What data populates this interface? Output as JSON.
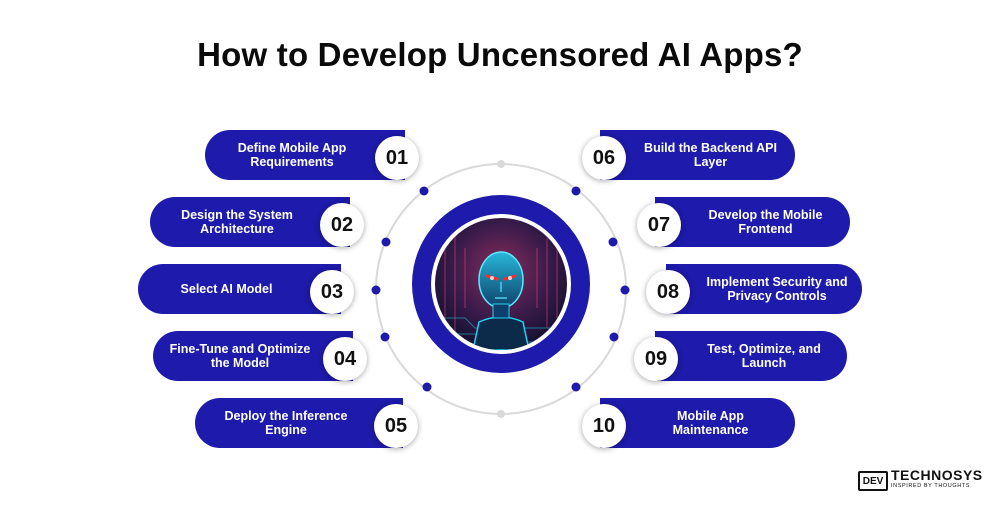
{
  "title": "How to Develop Uncensored AI Apps?",
  "colors": {
    "pill": "#1e1aab",
    "hub": "#1e1aab",
    "dot": "#1e1aab",
    "ring": "#d9d9d9"
  },
  "steps": [
    {
      "num": "01",
      "label": "Define Mobile App Requirements"
    },
    {
      "num": "02",
      "label": "Design the System Architecture"
    },
    {
      "num": "03",
      "label": "Select AI Model"
    },
    {
      "num": "04",
      "label": "Fine-Tune and Optimize the Model"
    },
    {
      "num": "05",
      "label": "Deploy the Inference Engine"
    },
    {
      "num": "06",
      "label": "Build the Backend API Layer"
    },
    {
      "num": "07",
      "label": "Develop the Mobile Frontend"
    },
    {
      "num": "08",
      "label": "Implement Security and Privacy Controls"
    },
    {
      "num": "09",
      "label": "Test, Optimize, and Launch"
    },
    {
      "num": "10",
      "label": "Mobile App Maintenance"
    }
  ],
  "center_image": "ai-robot-head-illustration",
  "logo": {
    "box": "DEV",
    "main": "TECHNOSYS",
    "tagline": "INSPIRED BY THOUGHTS"
  }
}
